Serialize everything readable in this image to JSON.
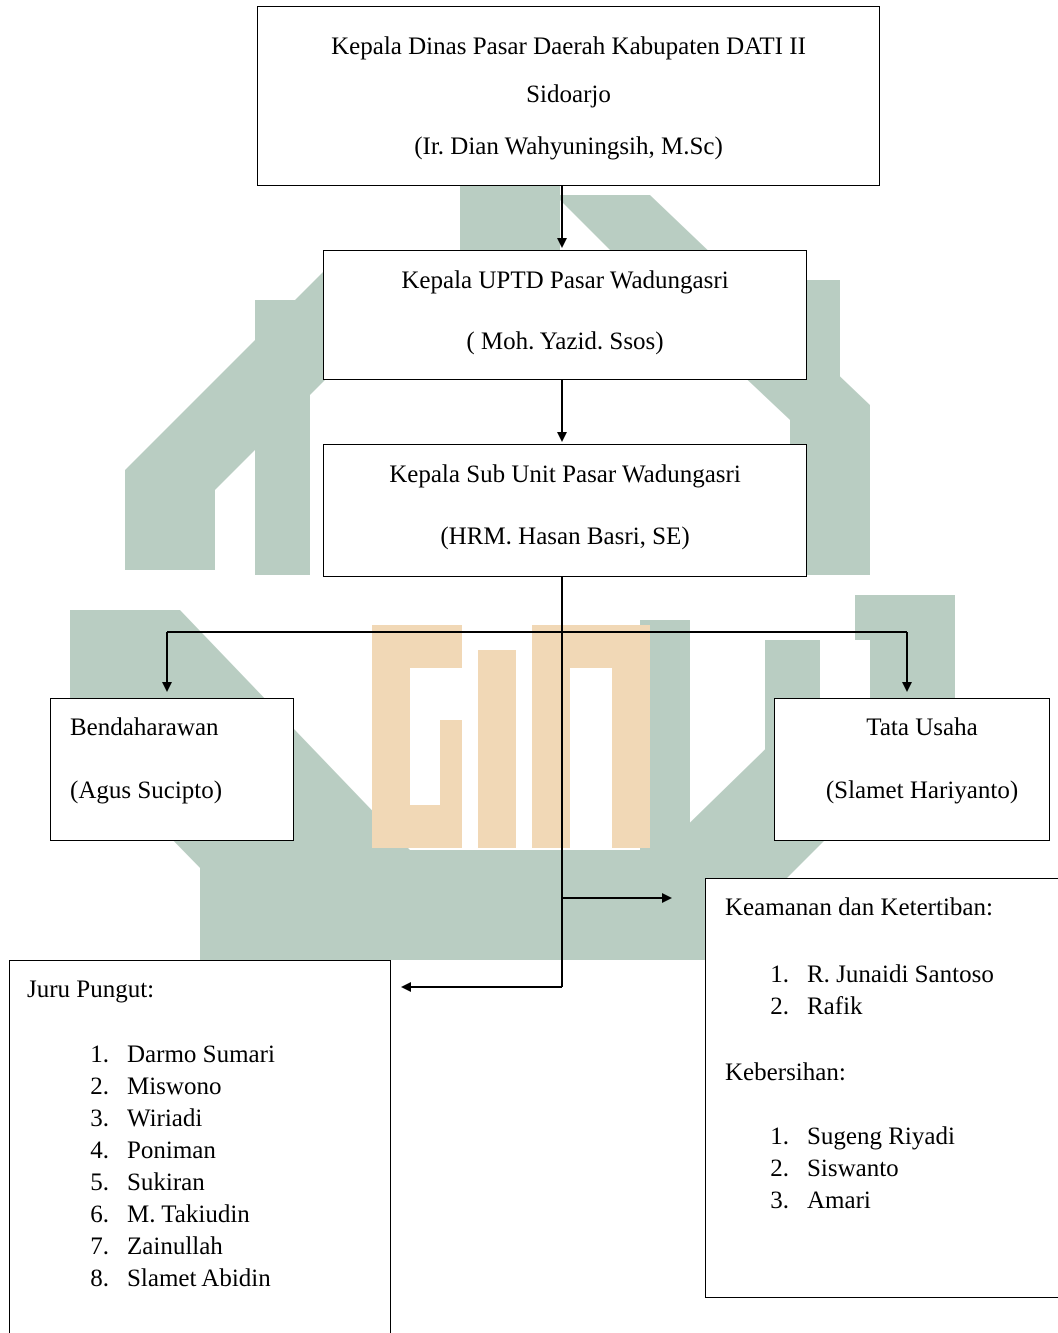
{
  "watermark": {
    "letters_color": "#f1d8b6",
    "shape_color": "#b9cdc2"
  },
  "boxes": {
    "kepala_dinas": {
      "line1": "Kepala Dinas Pasar Daerah Kabupaten DATI II",
      "line2": "Sidoarjo",
      "line3": "(Ir. Dian Wahyuningsih, M.Sc)"
    },
    "kepala_uptd": {
      "line1": "Kepala UPTD Pasar Wadungasri",
      "line2": "( Moh. Yazid. Ssos)"
    },
    "kepala_sub_unit": {
      "line1": "Kepala Sub Unit Pasar Wadungasri",
      "line2": "(HRM. Hasan Basri, SE)"
    },
    "bendaharawan": {
      "title": "Bendaharawan",
      "name": "(Agus Sucipto)"
    },
    "tata_usaha": {
      "title": "Tata Usaha",
      "name": "(Slamet Hariyanto)"
    },
    "juru_pungut": {
      "title": "Juru Pungut:",
      "members": [
        {
          "no": "1.",
          "name": "Darmo Sumari"
        },
        {
          "no": "2.",
          "name": "Miswono"
        },
        {
          "no": "3.",
          "name": "Wiriadi"
        },
        {
          "no": "4.",
          "name": "Poniman"
        },
        {
          "no": "5.",
          "name": "Sukiran"
        },
        {
          "no": "6.",
          "name": "M. Takiudin"
        },
        {
          "no": "7.",
          "name": "Zainullah"
        },
        {
          "no": "8.",
          "name": "Slamet Abidin"
        }
      ]
    },
    "keamanan": {
      "title": "Keamanan dan Ketertiban:",
      "members": [
        {
          "no": "1.",
          "name": "R. Junaidi Santoso"
        },
        {
          "no": "2.",
          "name": "Rafik"
        }
      ],
      "title2": "Kebersihan:",
      "members2": [
        {
          "no": "1.",
          "name": "Sugeng Riyadi"
        },
        {
          "no": "2.",
          "name": "Siswanto"
        },
        {
          "no": "3.",
          "name": "Amari"
        }
      ]
    }
  }
}
